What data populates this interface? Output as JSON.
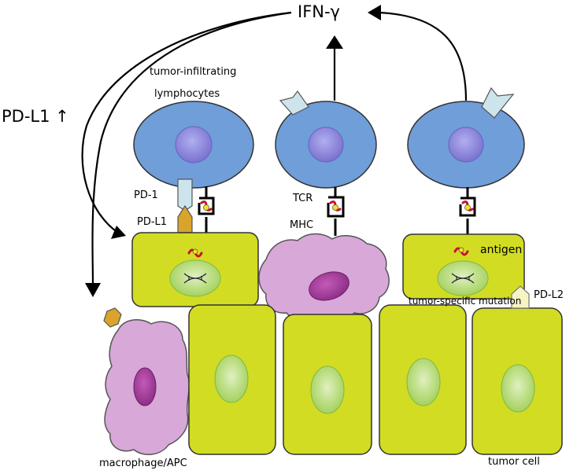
{
  "labels": {
    "ifn_gamma": "IFN-γ",
    "pd_l1_up": "PD-L1 ↑",
    "til_line1": "tumor-infiltrating",
    "til_line2": "lymphocytes",
    "pd1": "PD-1",
    "pd_l1": "PD-L1",
    "tcr": "TCR",
    "mhc": "MHC",
    "antigen": "antigen",
    "tumor_specific_mutation": "tumor-specific mutation",
    "pd_l2": "PD-L2",
    "macrophage_apc": "macrophage/APC",
    "tumor_cell": "tumor cell"
  },
  "colors": {
    "lymphocyte_body": "#6f9ed9",
    "lymphocyte_nucleus": "#8a84d6",
    "tumor_cell": "#d2dc23",
    "tumor_nucleus": "#a8d46a",
    "apc_body": "#d8a8d8",
    "apc_nucleus": "#a63e9d",
    "receptor_light": "#cde4ec",
    "pd_l1_ligand": "#d9a42b",
    "pd_l2_ligand": "#f7f4c4",
    "antigen_red": "#c8102e",
    "outline": "#000000"
  }
}
